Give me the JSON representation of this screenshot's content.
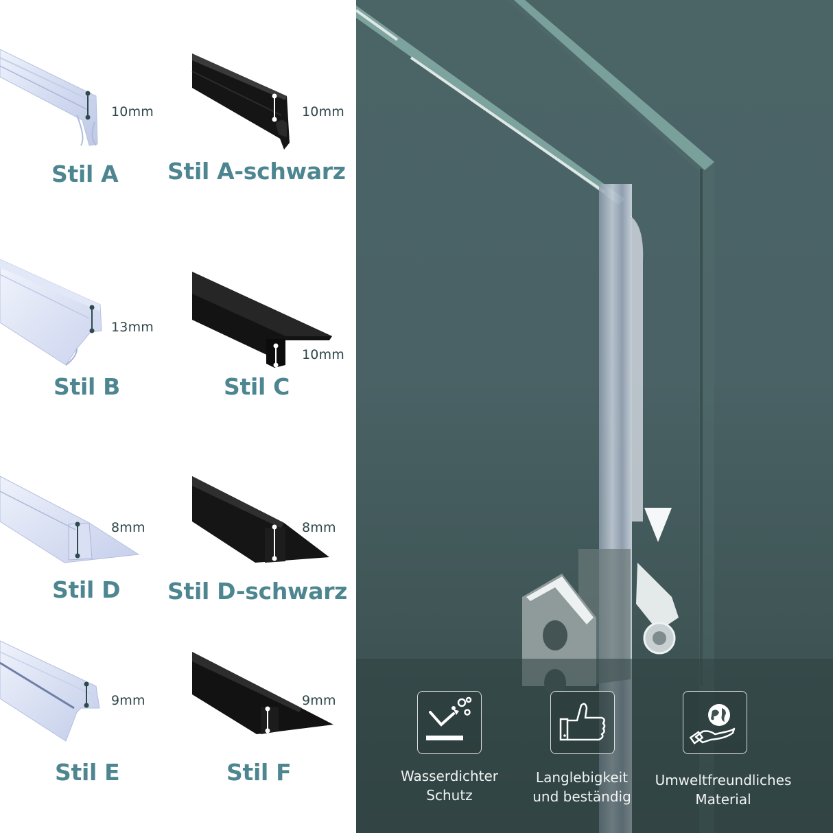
{
  "products": [
    {
      "id": "stil-a",
      "label": "Stil A",
      "size": "10mm",
      "color": "clear"
    },
    {
      "id": "stil-a-schwarz",
      "label": "Stil A-schwarz",
      "size": "10mm",
      "color": "black"
    },
    {
      "id": "stil-b",
      "label": "Stil B",
      "size": "13mm",
      "color": "clear"
    },
    {
      "id": "stil-c",
      "label": "Stil C",
      "size": "10mm",
      "color": "black"
    },
    {
      "id": "stil-d",
      "label": "Stil D",
      "size": "8mm",
      "color": "clear"
    },
    {
      "id": "stil-d-schwarz",
      "label": "Stil D-schwarz",
      "size": "8mm",
      "color": "black"
    },
    {
      "id": "stil-e",
      "label": "Stil E",
      "size": "9mm",
      "color": "clear"
    },
    {
      "id": "stil-f",
      "label": "Stil F",
      "size": "9mm",
      "color": "black"
    }
  ],
  "features": [
    {
      "icon": "waterproof-icon",
      "line1": "Wasserdichter",
      "line2": "Schutz"
    },
    {
      "icon": "thumbs-up-icon",
      "line1": "Langlebigkeit",
      "line2": "und beständig"
    },
    {
      "icon": "eco-globe-hand-icon",
      "line1": "Umweltfreundliches",
      "line2": "Material"
    }
  ],
  "colors": {
    "label_teal": "#4d8690",
    "size_text": "#2c4548",
    "photo_bg": "#4b6466",
    "feature_text": "#f1f4f3"
  }
}
